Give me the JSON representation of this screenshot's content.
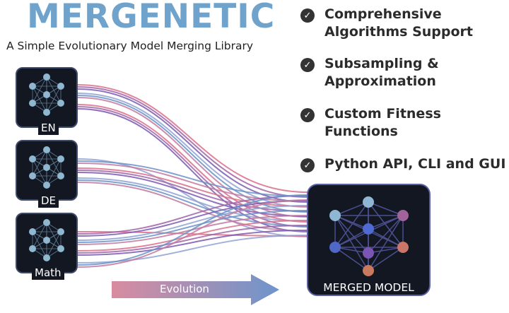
{
  "header": {
    "title": "MERGENETIC",
    "subtitle": "A Simple Evolutionary Model Merging Library"
  },
  "features": [
    {
      "label": "Comprehensive Algorithms Support",
      "icon": "check-circle-icon"
    },
    {
      "label": "Subsampling & Approximation",
      "icon": "check-circle-icon"
    },
    {
      "label": "Custom Fitness Functions",
      "icon": "check-circle-icon"
    },
    {
      "label": "Python API, CLI and GUI",
      "icon": "check-circle-icon"
    }
  ],
  "models": [
    {
      "label": "EN"
    },
    {
      "label": "DE"
    },
    {
      "label": "Math"
    }
  ],
  "merged": {
    "label": "MERGED MODEL"
  },
  "arrow": {
    "label": "Evolution"
  },
  "colors": {
    "title": "#6fa3cc",
    "box": "#121722",
    "pink": "#d9708a",
    "purple": "#7b5bb0",
    "blue": "#6a92c8"
  }
}
